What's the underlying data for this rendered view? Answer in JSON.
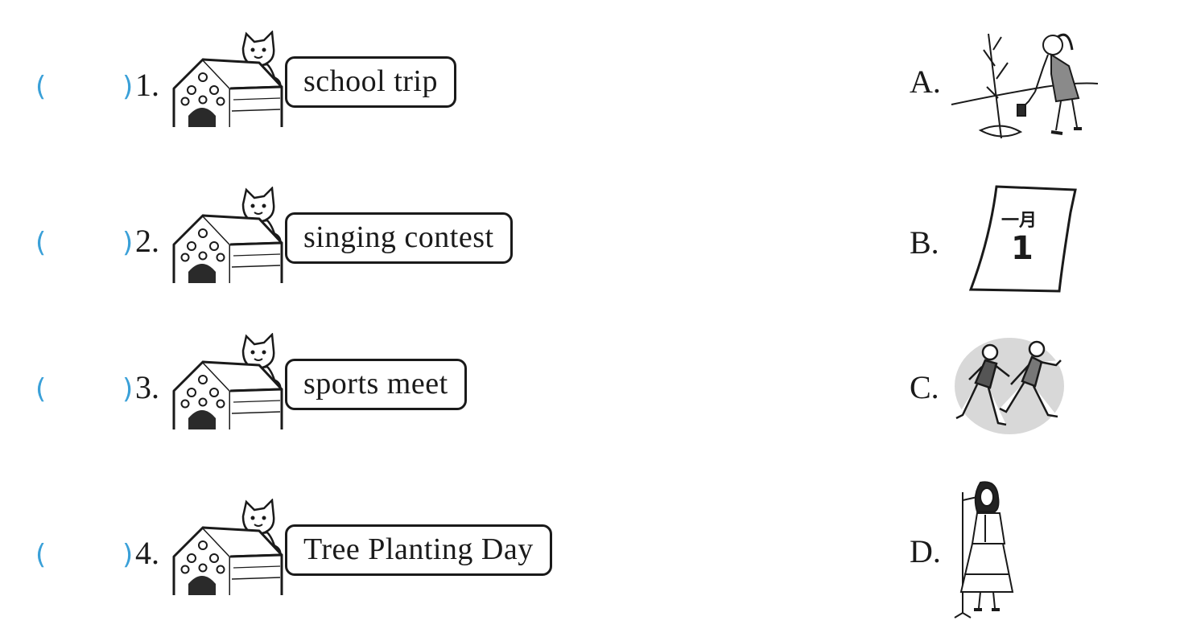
{
  "items": [
    {
      "open": "(",
      "close": ")",
      "number": "1.",
      "phrase": "school trip"
    },
    {
      "open": "(",
      "close": ")",
      "number": "2.",
      "phrase": "singing contest"
    },
    {
      "open": "(",
      "close": ")",
      "number": "3.",
      "phrase": "sports meet"
    },
    {
      "open": "(",
      "close": ")",
      "number": "4.",
      "phrase": "Tree Planting Day"
    }
  ],
  "options": [
    {
      "letter": "A.",
      "picture": "girl planting a tree"
    },
    {
      "letter": "B.",
      "picture": "calendar page"
    },
    {
      "letter": "C.",
      "picture": "two girls running"
    },
    {
      "letter": "D.",
      "picture": "woman singing at microphone"
    }
  ],
  "calendar": {
    "month": "一月",
    "day": "1"
  },
  "colors": {
    "paren": "#3aa0d8",
    "ink": "#1a1a1a"
  },
  "icons": {
    "house": "doghouse-with-cat-icon"
  }
}
